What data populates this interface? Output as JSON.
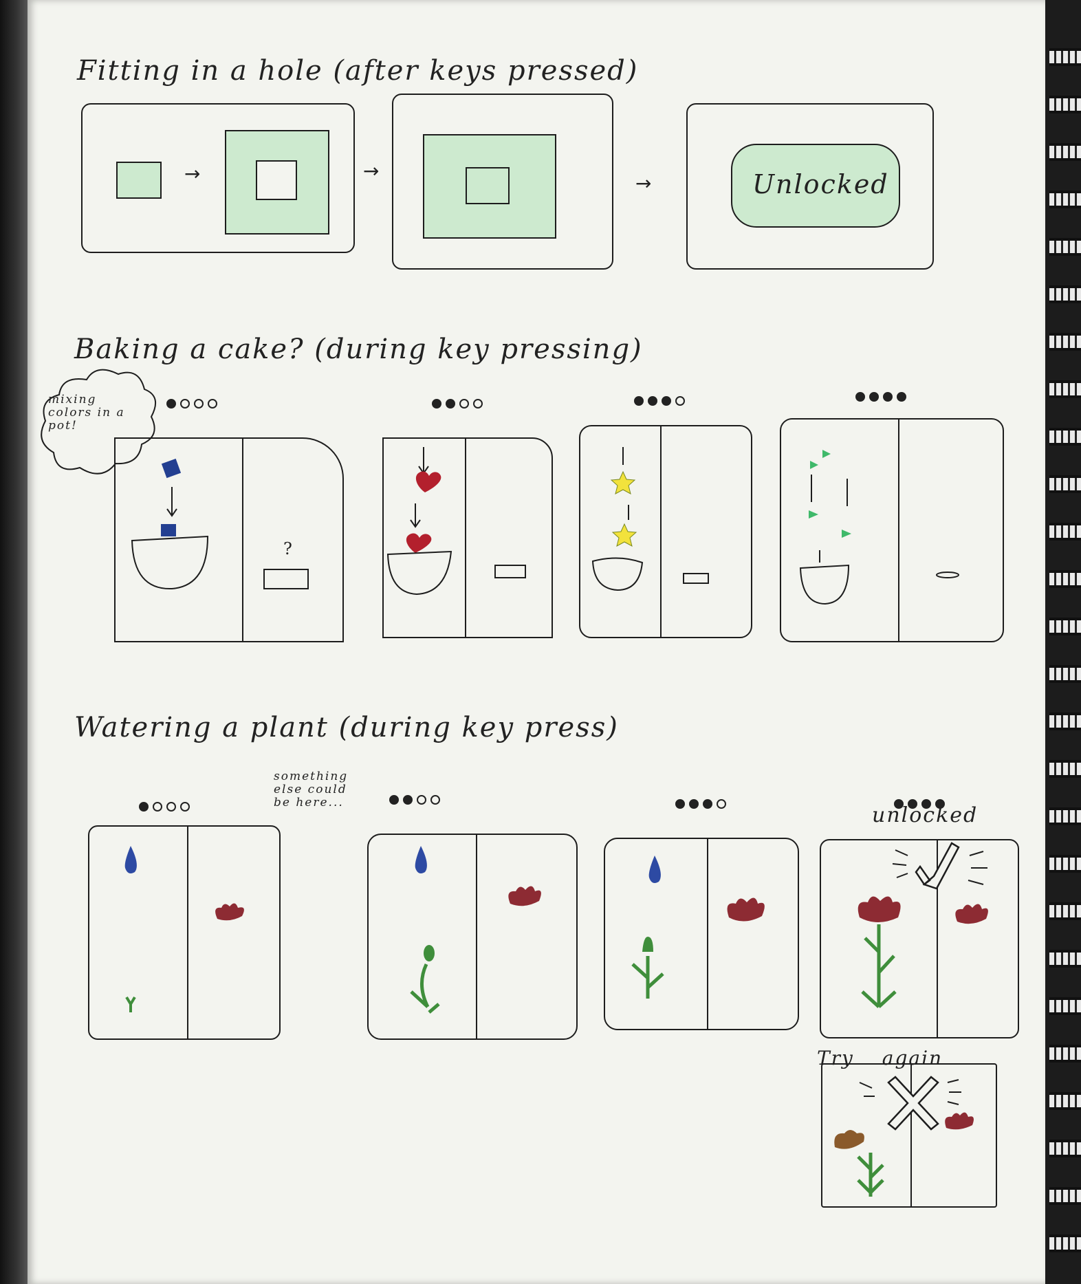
{
  "sections": [
    {
      "title": "Fitting in a hole (after keys pressed)"
    },
    {
      "title": "Baking a cake? (during key pressing)"
    },
    {
      "title": "Watering a plant (during key press)"
    }
  ],
  "hole": {
    "unlocked_label": "Unlocked",
    "colors": {
      "fill": "#cdeacf",
      "stroke": "#1d1d1d"
    }
  },
  "cake": {
    "note": "mixing colors in a pot!",
    "question_mark": "?",
    "progress": [
      1,
      2,
      3,
      4
    ],
    "total_keys": 4,
    "colors": {
      "square": "#233f91",
      "heart": "#b3202d",
      "star": "#f2e23c",
      "triangle": "#3fb96a"
    }
  },
  "plant": {
    "side_note": "something else could be here...",
    "progress": [
      1,
      2,
      3,
      4
    ],
    "total_keys": 4,
    "unlocked_label": "unlocked",
    "try_again_label": "Try again",
    "colors": {
      "drop": "#2d4aa3",
      "stem": "#3f8e3b",
      "flower": "#8d2b33",
      "wilted": "#8a5a2b"
    }
  }
}
